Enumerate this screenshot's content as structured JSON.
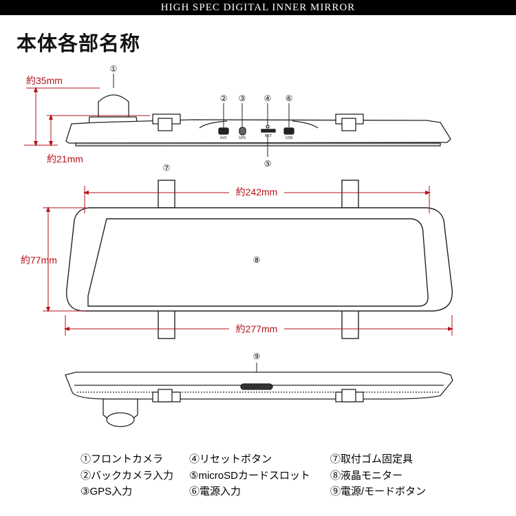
{
  "banner": "HIGH SPEC DIGITAL INNER MIRROR",
  "title": "本体各部名称",
  "dimensions": {
    "camera_height": "約35mm",
    "body_height": "約21mm",
    "mount_span": "約242mm",
    "height": "約77mm",
    "width": "約277mm"
  },
  "callouts": [
    "①",
    "②",
    "③",
    "④",
    "⑤",
    "⑥",
    "⑦",
    "⑧",
    "⑨"
  ],
  "port_labels": [
    "UVC",
    "GPS",
    "RST",
    "USB"
  ],
  "legend": [
    [
      "①フロントカメラ",
      "②バックカメラ入力",
      "③GPS入力"
    ],
    [
      "④リセットボタン",
      "⑤microSDカードスロット",
      "⑥電源入力"
    ],
    [
      "⑦取付ゴム固定具",
      "⑧液晶モニター",
      "⑨電源/モードボタン"
    ]
  ],
  "colors": {
    "dimension": "#b3121a",
    "banner": "#000000"
  }
}
